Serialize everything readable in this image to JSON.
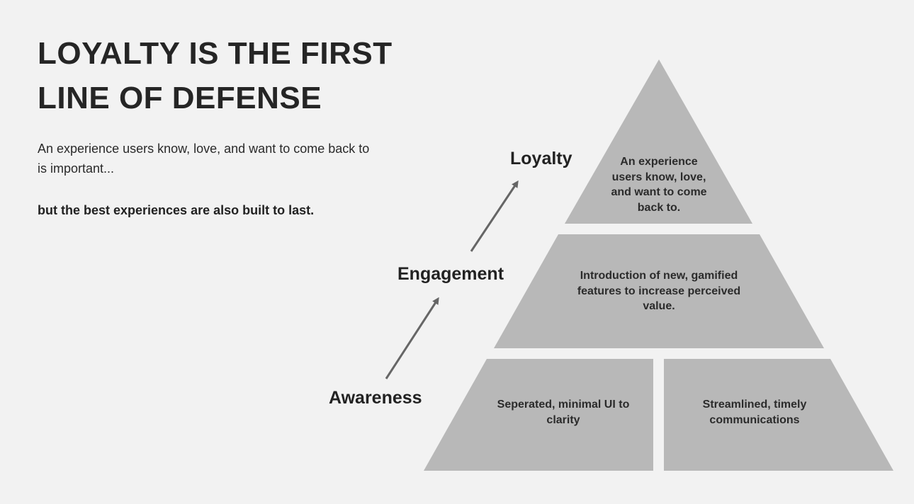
{
  "headline": {
    "line1": "LOYALTY IS THE FIRST",
    "line2": "LINE OF DEFENSE"
  },
  "intro": {
    "text": "An experience users know, love, and want to come back to is important...",
    "emphasis": "but the best experiences are also built to last."
  },
  "stages": {
    "loyalty": "Loyalty",
    "engagement": "Engagement",
    "awareness": "Awareness"
  },
  "tiers": {
    "top": "An experience users know, love, and want to come back to.",
    "middle": "Introduction of new, gamified features to increase perceived value.",
    "bottom_left": "Seperated, minimal UI to clarity",
    "bottom_right": "Streamlined, timely communications"
  },
  "colors": {
    "background": "#f2f2f2",
    "tier_fill": "#b8b8b8",
    "arrow": "#666666",
    "text": "#222222"
  },
  "icons": {
    "arrow": "arrow-up-right-icon"
  }
}
